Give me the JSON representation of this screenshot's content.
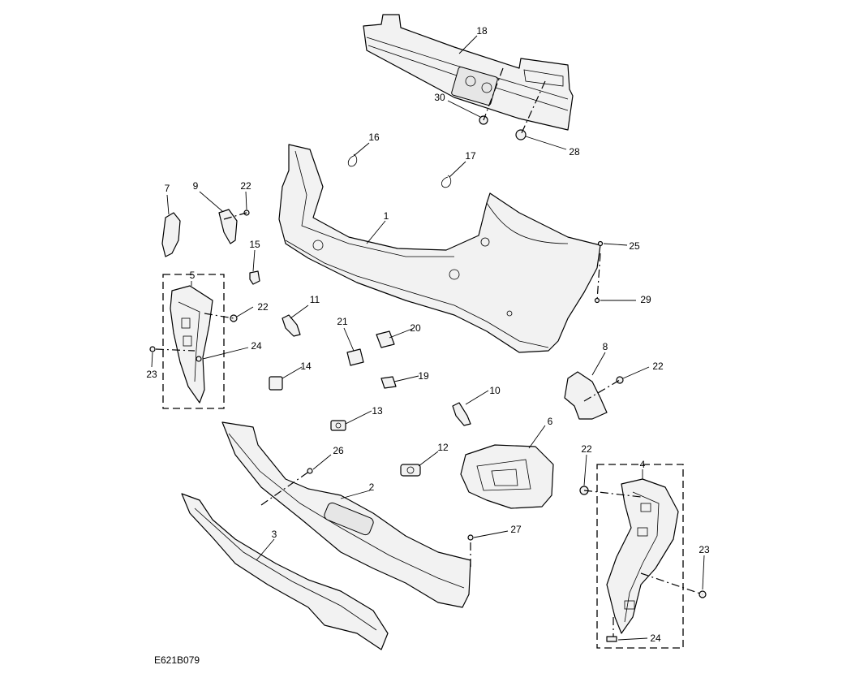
{
  "diagram": {
    "reference_code": "E621B079",
    "callouts": {
      "c1": "1",
      "c2": "2",
      "c3": "3",
      "c4": "4",
      "c5": "5",
      "c6": "6",
      "c7": "7",
      "c8": "8",
      "c9": "9",
      "c10": "10",
      "c11": "11",
      "c12": "12",
      "c13": "13",
      "c14": "14",
      "c15": "15",
      "c16": "16",
      "c17": "17",
      "c18": "18",
      "c19": "19",
      "c20": "20",
      "c21": "21",
      "c22a": "22",
      "c22b": "22",
      "c22c": "22",
      "c22d": "22",
      "c23a": "23",
      "c23b": "23",
      "c24a": "24",
      "c24b": "24",
      "c25": "25",
      "c26": "26",
      "c27": "27",
      "c28": "28",
      "c29": "29",
      "c30": "30"
    }
  }
}
